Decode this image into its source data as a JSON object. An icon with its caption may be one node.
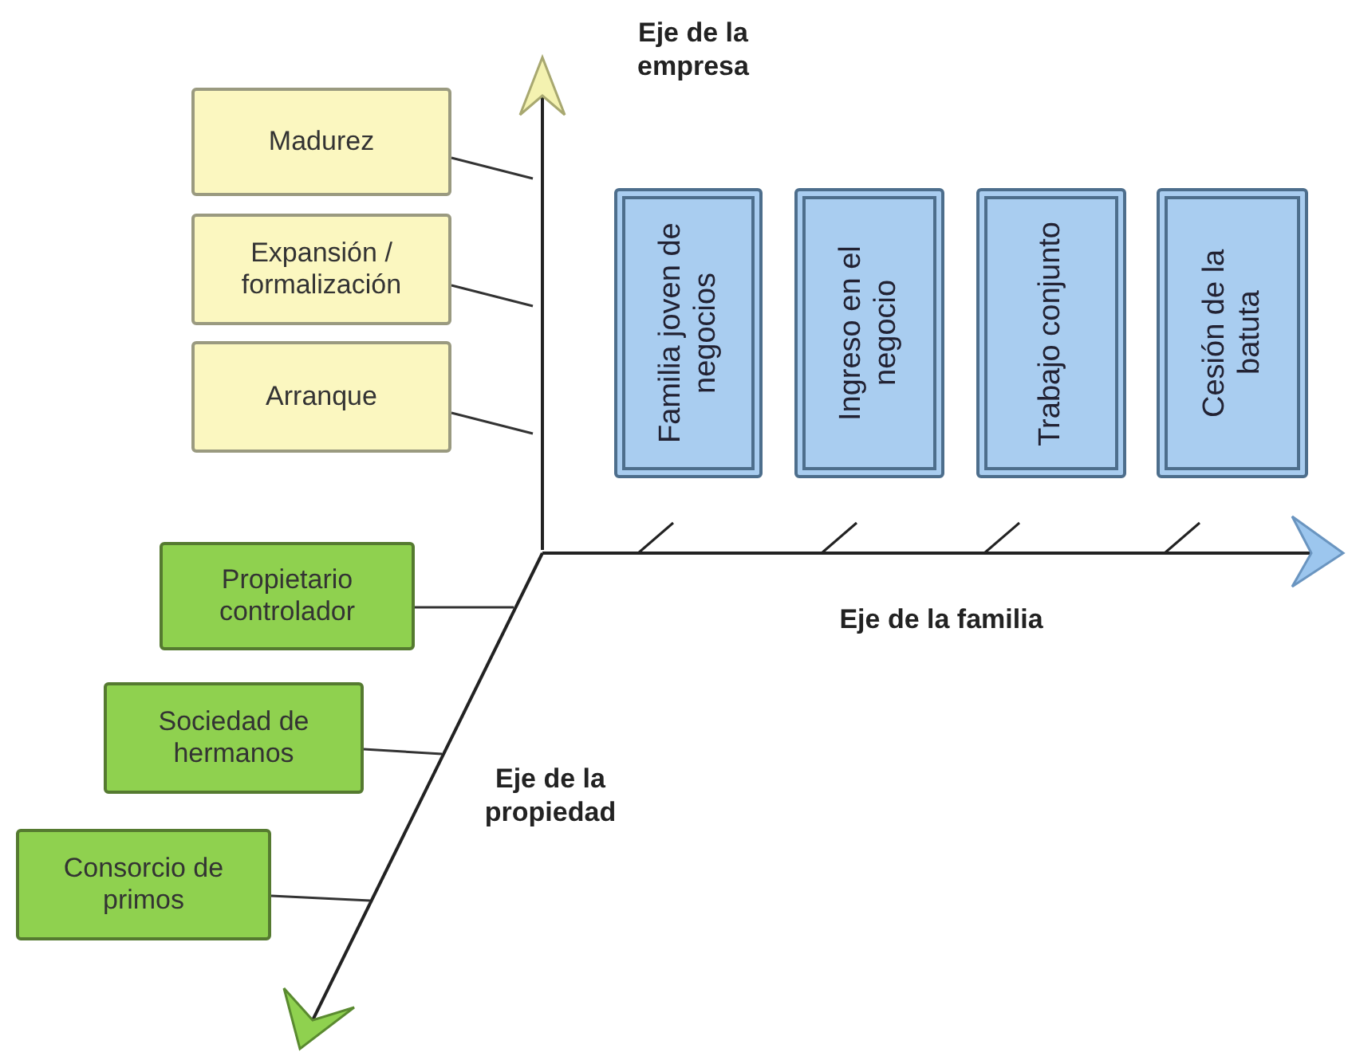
{
  "diagram": {
    "nodes": [
      {
        "text": [
          "Madurez"
        ]
      },
      {
        "text": [
          "Expansión / formalización"
        ]
      },
      {
        "text": [
          "Arranque"
        ]
      },
      {
        "text": [
          "Propietario controlador"
        ]
      },
      {
        "text": [
          "Sociedad de hermanos"
        ]
      },
      {
        "text": [
          "Consorcio de primos"
        ]
      },
      {
        "text": [
          "Familia joven de negocios"
        ]
      },
      {
        "text": [
          "Ingreso en el negocio"
        ]
      },
      {
        "text": [
          "Trabajo conjunto"
        ]
      },
      {
        "text": [
          "Cesión de la batuta"
        ]
      }
    ],
    "edges": [
      {
        "from": 0,
        "to": null,
        "arrow": "none"
      },
      {
        "from": 1,
        "to": null,
        "arrow": "none"
      },
      {
        "from": 2,
        "to": null,
        "arrow": "none"
      },
      {
        "from": 3,
        "to": null,
        "arrow": "none"
      },
      {
        "from": 4,
        "to": null,
        "arrow": "none"
      },
      {
        "from": 5,
        "to": null,
        "arrow": "none"
      }
    ],
    "labels": [
      "Eje de la empresa",
      "Eje de la familia",
      "Eje de la propiedad"
    ]
  }
}
